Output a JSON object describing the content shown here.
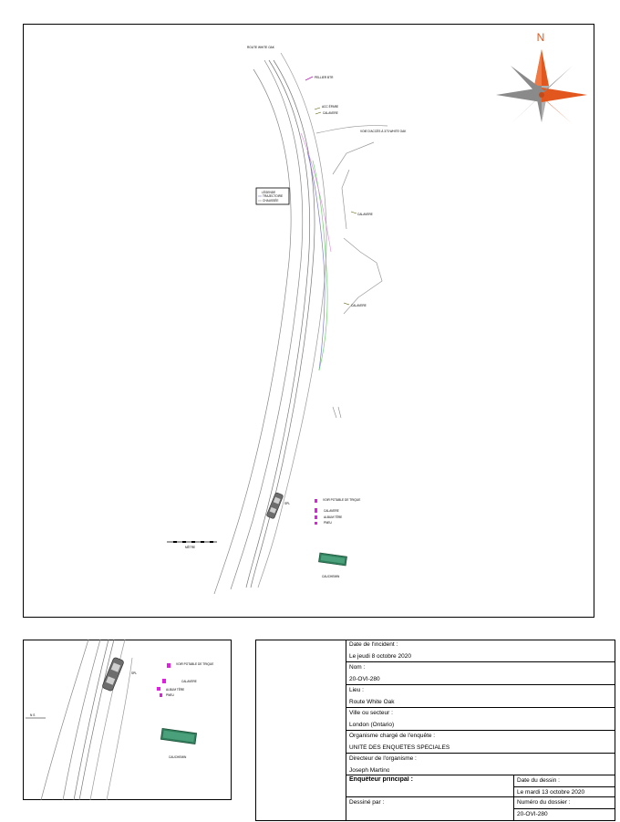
{
  "compass": {
    "letter": "N",
    "accent": "#e2571e",
    "ray": "#8a8a8a"
  },
  "map_labels": {
    "road_top": "ROUTE WHITE OAK",
    "l1": "PELLIER BTR",
    "l2": "ACC ÉPARE",
    "l3": "CALAVERE",
    "l4": "VOIE D'ACCÈS À 373 WHITE OAK",
    "l5": "CALAVERE",
    "l6": "CALAVERE",
    "legend": [
      "LÉGENDE",
      "TRAJECTOIRE",
      "CHAUSSÉE"
    ],
    "vehicle": "SPL",
    "m1": "VOIR POTABLE DE TRIQUE",
    "m2": "CALAVERE",
    "m3": "ALBUM TÊRE",
    "m4": "PNEU",
    "scale": "MÈTRE",
    "bus": "CAUCHEMIN"
  },
  "inset_labels": {
    "vehicle": "SPL",
    "m1": "VOIR POTABLE DE TRIQUE",
    "m2": "CALAVERE",
    "m3": "ALBUM TÊRE",
    "m4": "PNEU",
    "scale": "N S",
    "bus": "CAUCHEMIN"
  },
  "title_block": {
    "date_incident_label": "Date de l'incident :",
    "date_incident_value": "Le jeudi 8 octobre 2020",
    "nom_label": "Nom :",
    "nom_value": "20-OVI-280",
    "lieu_label": "Lieu :",
    "lieu_value": "Route White Oak",
    "ville_label": "Ville ou secteur :",
    "ville_value": "London (Ontario)",
    "organisme_label": "Organisme chargé de l'enquête :",
    "organisme_value": "UNITÉ DES ENQUÊTES SPÉCIALES",
    "directeur_label": "Directeur de l'organisme :",
    "directeur_value": "Joseph Martino",
    "enqueteur_label": "Enquêteur principal :",
    "dessine_label": "Dessiné par :",
    "date_dessin_label": "Date du dessin :",
    "date_dessin_value": "Le mardi 13 octobre 2020",
    "numero_label": "Numéro du dossier :",
    "numero_value": "20-OVI-280"
  }
}
